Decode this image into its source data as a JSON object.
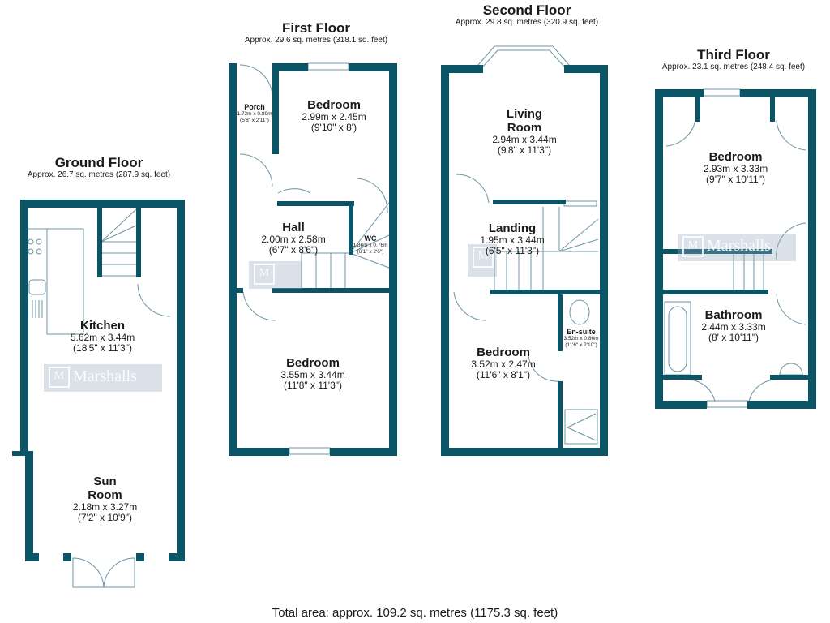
{
  "colors": {
    "wall": "#0b5566",
    "fixture": "#6b95a3",
    "background": "#ffffff"
  },
  "floors": [
    {
      "title": "Ground Floor",
      "area": "Approx. 26.7 sq. metres (287.9 sq. feet)",
      "rooms": [
        {
          "name": "Kitchen",
          "metric": "5.62m x 3.44m",
          "imperial": "(18'5\" x 11'3\")"
        },
        {
          "name": "Sun",
          "name2": "Room",
          "metric": "2.18m x 3.27m",
          "imperial": "(7'2\" x 10'9\")"
        }
      ]
    },
    {
      "title": "First Floor",
      "area": "Approx. 29.6 sq. metres (318.1 sq. feet)",
      "rooms": [
        {
          "name": "Porch",
          "metric": "1.72m x 0.89m",
          "imperial": "(5'8\" x 2'11\")"
        },
        {
          "name": "Bedroom",
          "metric": "2.99m x 2.45m",
          "imperial": "(9'10\" x 8')"
        },
        {
          "name": "Hall",
          "metric": "2.00m x 2.58m",
          "imperial": "(6'7\" x 8'6\")"
        },
        {
          "name": "WC",
          "metric": "1.86m x 0.76m",
          "imperial": "(6'1\" x 2'6\")"
        },
        {
          "name": "Bedroom",
          "metric": "3.55m x 3.44m",
          "imperial": "(11'8\" x 11'3\")"
        }
      ]
    },
    {
      "title": "Second Floor",
      "area": "Approx. 29.8 sq. metres (320.9 sq. feet)",
      "rooms": [
        {
          "name": "Living",
          "name2": "Room",
          "metric": "2.94m x 3.44m",
          "imperial": "(9'8\" x 11'3\")"
        },
        {
          "name": "Landing",
          "metric": "1.95m x 3.44m",
          "imperial": "(6'5\" x 11'3\")"
        },
        {
          "name": "Bedroom",
          "metric": "3.52m x 2.47m",
          "imperial": "(11'6\" x 8'1\")"
        },
        {
          "name": "En-suite",
          "metric": "3.52m x 0.86m",
          "imperial": "(11'6\" x 2'10\")"
        }
      ]
    },
    {
      "title": "Third Floor",
      "area": "Approx. 23.1 sq. metres (248.4 sq. feet)",
      "rooms": [
        {
          "name": "Bedroom",
          "metric": "2.93m x 3.33m",
          "imperial": "(9'7\" x 10'11\")"
        },
        {
          "name": "Bathroom",
          "metric": "2.44m x 3.33m",
          "imperial": "(8' x 10'11\")"
        }
      ]
    }
  ],
  "watermark": {
    "text": "Marshalls",
    "icon": "m-logo-icon"
  },
  "total": "Total area: approx. 109.2 sq. metres (1175.3 sq. feet)"
}
